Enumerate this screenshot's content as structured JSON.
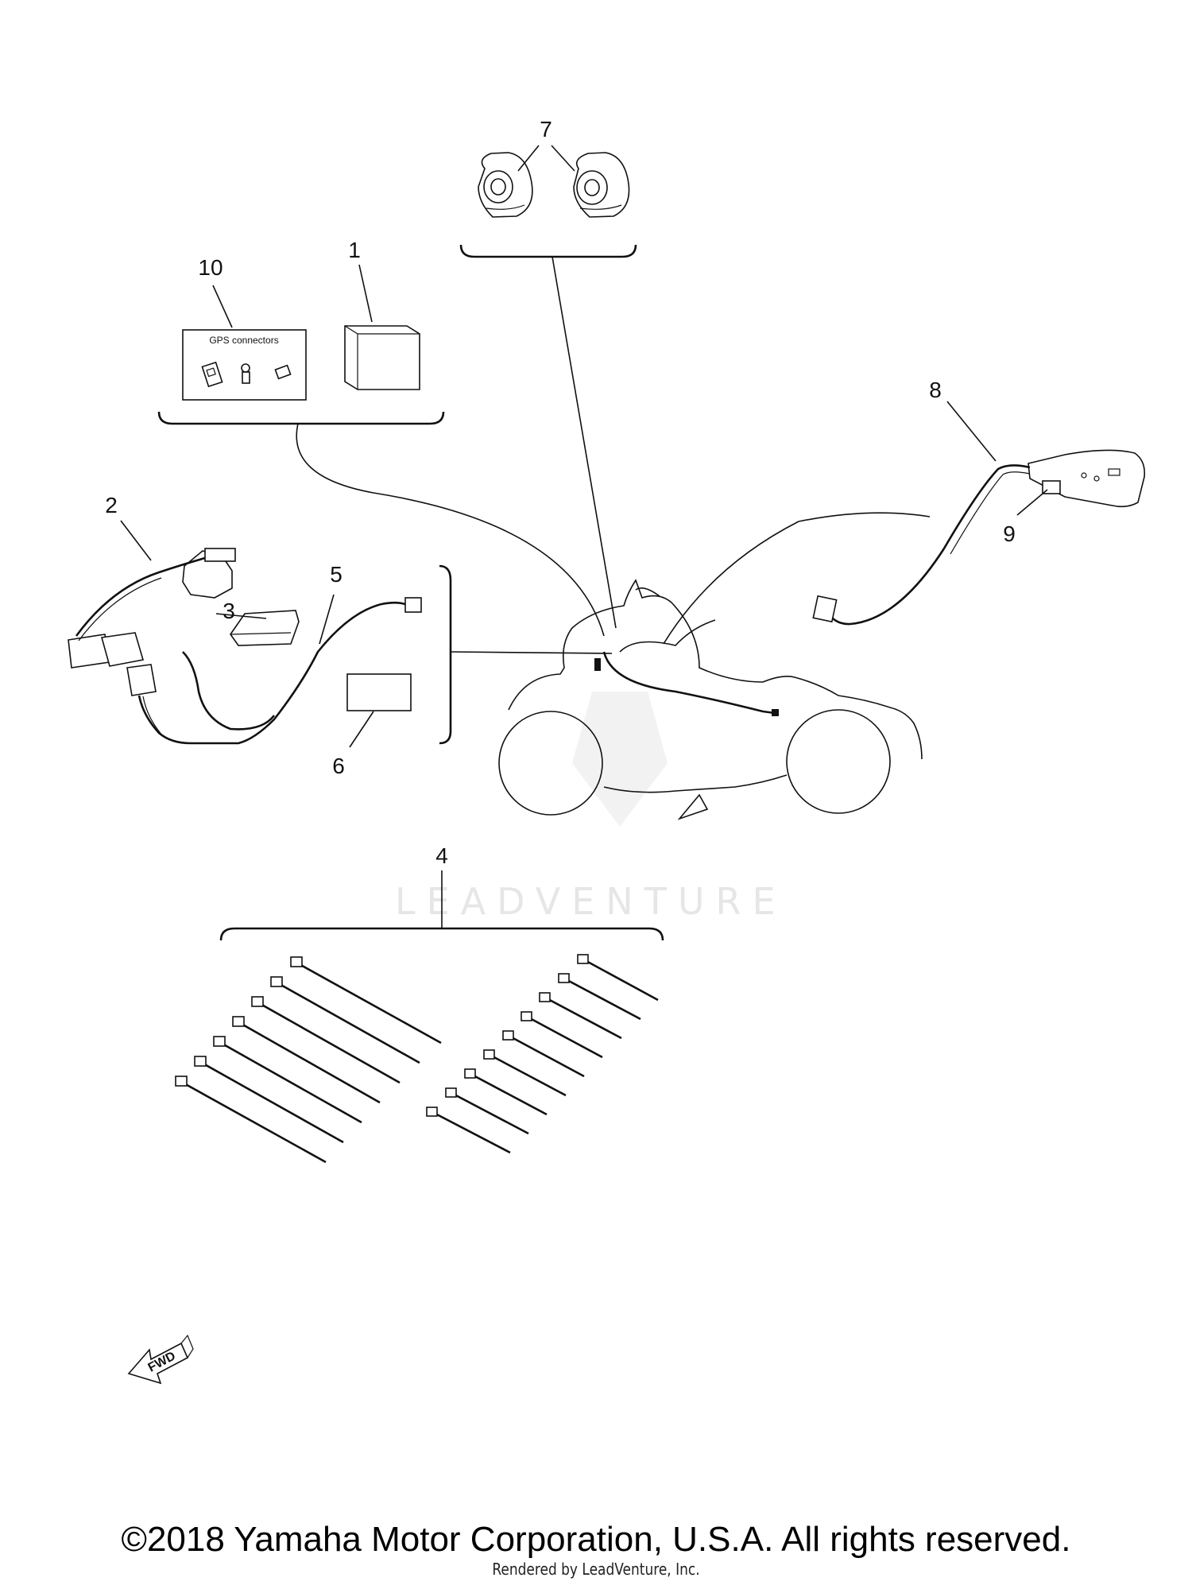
{
  "callouts": [
    {
      "id": "1",
      "label": "1"
    },
    {
      "id": "2",
      "label": "2"
    },
    {
      "id": "3",
      "label": "3"
    },
    {
      "id": "4",
      "label": "4"
    },
    {
      "id": "5",
      "label": "5"
    },
    {
      "id": "6",
      "label": "6"
    },
    {
      "id": "7",
      "label": "7"
    },
    {
      "id": "8",
      "label": "8"
    },
    {
      "id": "9",
      "label": "9"
    },
    {
      "id": "10",
      "label": "10"
    }
  ],
  "gps_box": {
    "title": "GPS connectors"
  },
  "forward_arrow": {
    "label": "FWD"
  },
  "watermark": {
    "text": "LEADVENTURE"
  },
  "footer": {
    "copyright": "©2018 Yamaha Motor Corporation, U.S.A. All rights reserved.",
    "rendered": "Rendered by LeadVenture, Inc."
  }
}
